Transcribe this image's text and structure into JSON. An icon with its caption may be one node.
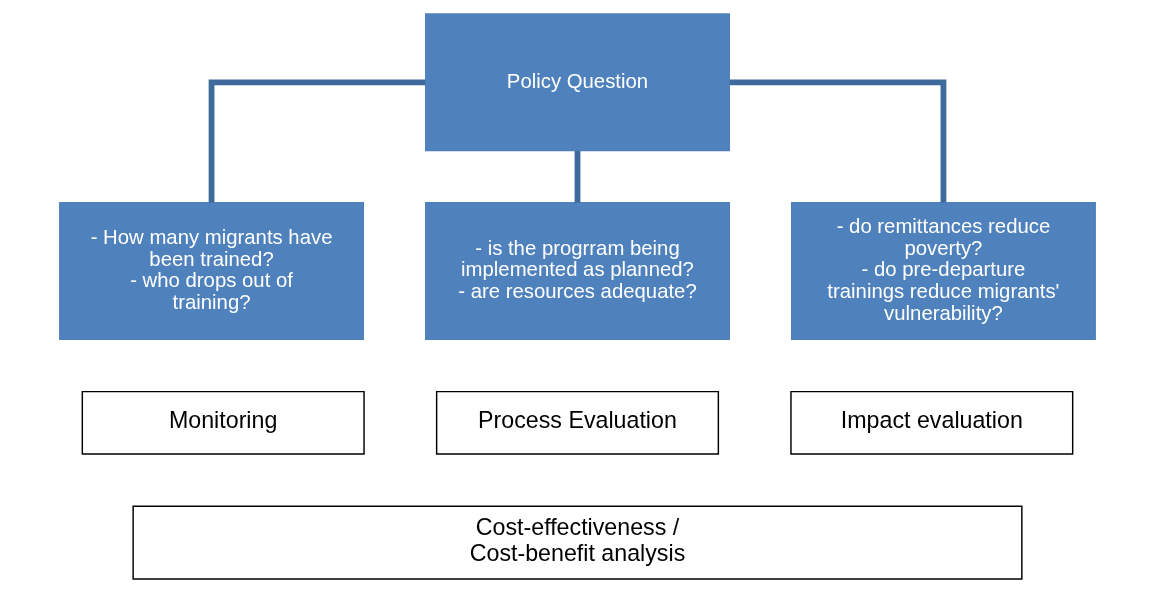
{
  "diagram": {
    "nodes": [
      {
        "text": [
          "Policy Question"
        ]
      },
      {
        "text": [
          "- How many migrants have been trained?",
          "- who drops out of training?"
        ]
      },
      {
        "text": [
          "- is the progrram being implemented as planned?",
          "- are resources adequate?"
        ]
      },
      {
        "text": [
          "- do remittances reduce poverty?",
          "- do pre-departure trainings reduce migrants' vulnerability?"
        ]
      },
      {
        "text": [
          "Monitoring"
        ]
      },
      {
        "text": [
          "Process Evaluation"
        ]
      },
      {
        "text": [
          "Impact evaluation"
        ]
      },
      {
        "text": [
          "Cost-effectiveness / Cost-benefit analysis"
        ]
      }
    ],
    "edges": [
      {
        "from": 0,
        "to": 1,
        "arrow": "none"
      },
      {
        "from": 0,
        "to": 2,
        "arrow": "none"
      },
      {
        "from": 0,
        "to": 3,
        "arrow": "none"
      }
    ]
  }
}
